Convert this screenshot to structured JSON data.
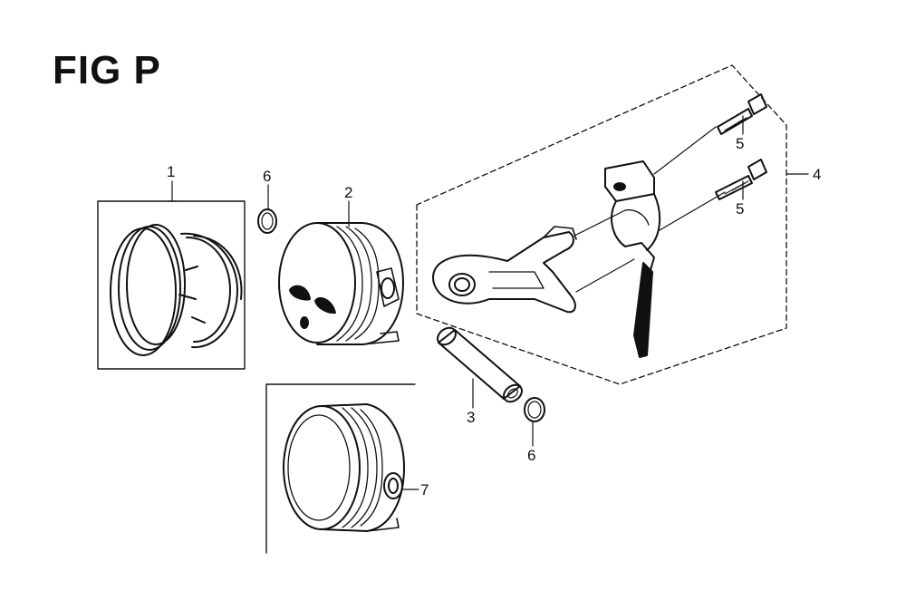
{
  "figure": {
    "title": "FIG P"
  },
  "callouts": {
    "rings": "1",
    "piston": "2",
    "pin": "3",
    "rod": "4",
    "bolt_upper": "5",
    "bolt_lower": "5",
    "clip_left": "6",
    "clip_right": "6",
    "piston_alt": "7"
  },
  "colors": {
    "ink": "#111111",
    "paper": "#ffffff"
  }
}
